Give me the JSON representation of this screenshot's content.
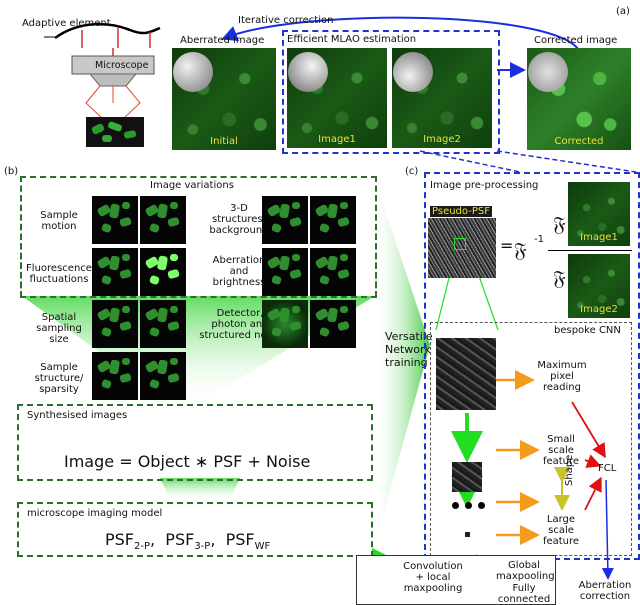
{
  "panels": {
    "a": "(a)",
    "b": "(b)",
    "c": "(c)"
  },
  "panel_a": {
    "adaptive_element": "Adaptive element",
    "microscope": "Microscope",
    "iterative_correction": "Iterative correction",
    "aberrated_image": "Aberrated image",
    "mlao_estimation": "Efficient MLAO estimation",
    "corrected_image": "Corrected image",
    "img_initial": "Initial",
    "img_image1": "Image1",
    "img_image2": "Image2",
    "img_corrected": "Corrected"
  },
  "panel_b": {
    "image_variations": "Image variations",
    "left_labels": [
      "Sample motion",
      "Fluorescence fluctuations",
      "Spatial sampling size",
      "Sample structure/ sparsity"
    ],
    "right_labels": [
      "3-D structures/ background",
      "Aberration and brightness",
      "Detector, photon and structured noise"
    ],
    "versatile": "Versatile Network training",
    "synthesised": "Synthesised images",
    "equation": "Image = Object ∗ PSF + Noise",
    "imaging_model": "microscope imaging model",
    "psf_base": [
      "PSF",
      "PSF",
      "PSF"
    ],
    "psf_sub": [
      "2-P",
      "3-P",
      "WF"
    ]
  },
  "panel_c": {
    "preprocessing": "Image pre-processing",
    "pseudo_psf": "Pseudo-PSF",
    "fourier": "𝔉",
    "inverse": "-1",
    "image1": "Image1",
    "image2": "Image2",
    "bespoke_cnn": "bespoke CNN",
    "max_pixel": "Maximum pixel reading",
    "small_scale": "Small scale feature",
    "large_scale": "Large scale feature",
    "shape": "Shape",
    "fcl": "FCL",
    "aberration_correction": "Aberration correction"
  },
  "legend": {
    "conv": "Convolution + local maxpooling",
    "global": "Global maxpooling",
    "fully": "Fully connected"
  },
  "colors": {
    "green_dash": "#2d6e2d",
    "blue_dash": "#2233cc",
    "arrow_green": "#22dd22",
    "arrow_orange": "#f59a1a",
    "arrow_red": "#e01010",
    "arrow_blue": "#1a2ee0",
    "label_yellow": "#e8e23a"
  }
}
